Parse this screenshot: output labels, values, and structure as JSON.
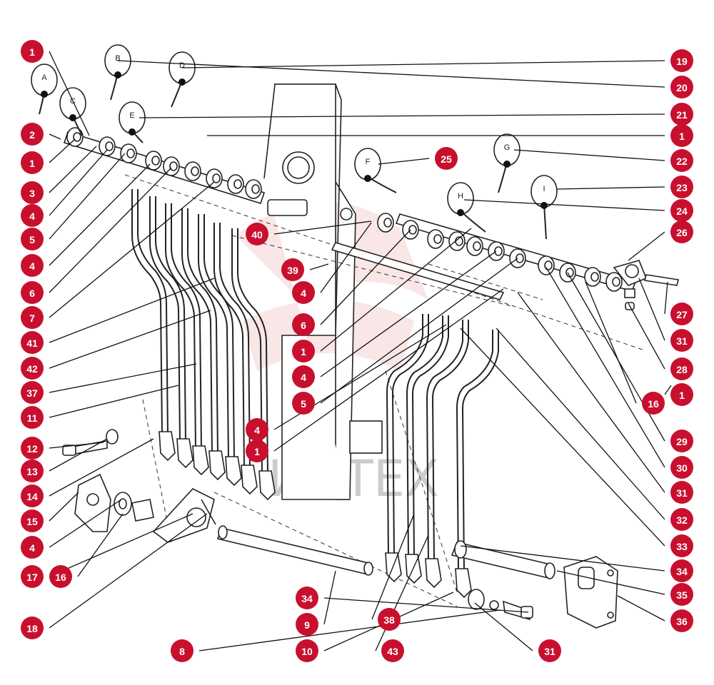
{
  "watermark": {
    "text": "ИНТЕХ",
    "color": "#e8c2c2"
  },
  "callout_color": "#c8102e",
  "knob_letters": [
    "A",
    "C",
    "B",
    "E",
    "D",
    "F",
    "G",
    "H",
    "I"
  ],
  "callouts": [
    "1",
    "2",
    "1",
    "3",
    "4",
    "5",
    "4",
    "6",
    "7",
    "41",
    "42",
    "37",
    "11",
    "12",
    "13",
    "14",
    "15",
    "4",
    "16",
    "17",
    "18",
    "19",
    "20",
    "21",
    "1",
    "25",
    "22",
    "23",
    "24",
    "40",
    "39",
    "4",
    "6",
    "1",
    "4",
    "5",
    "4",
    "1",
    "26",
    "27",
    "31",
    "28",
    "16",
    "1",
    "29",
    "30",
    "31",
    "32",
    "33",
    "34",
    "35",
    "36",
    "34",
    "9",
    "38",
    "10",
    "43",
    "31",
    "8"
  ]
}
